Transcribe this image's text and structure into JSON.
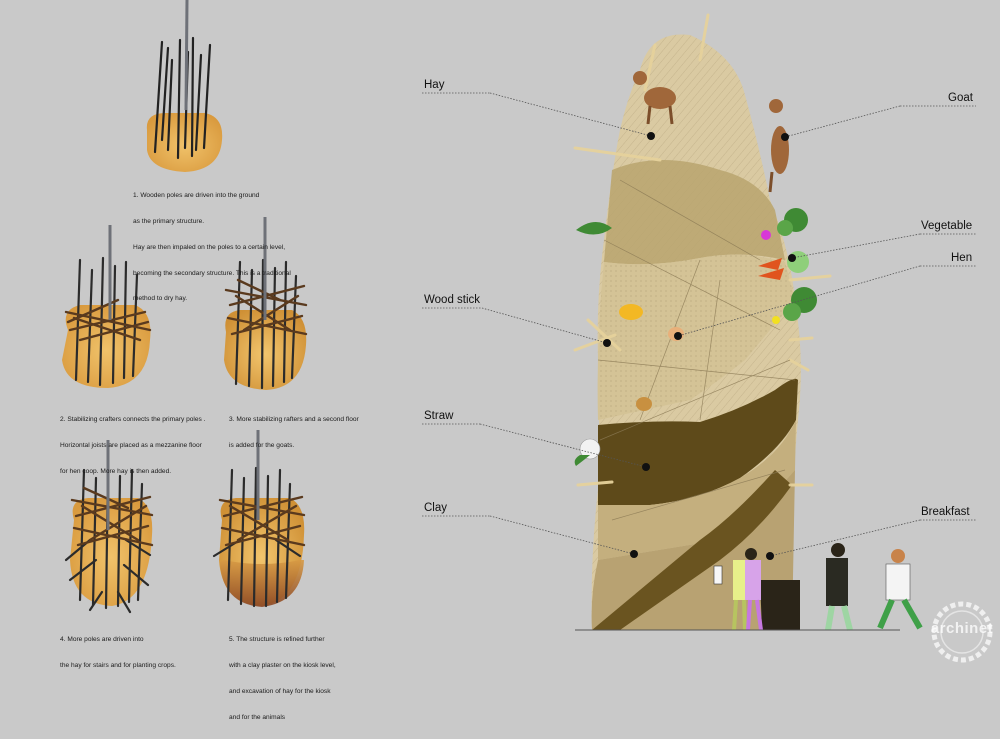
{
  "steps": [
    {
      "lines": [
        "1. Wooden poles are driven into the ground",
        "as the primary structure.",
        "Hay are then impaled on the poles to a certain level,",
        "becoming the secondary structure. This is a traditional",
        "method to dry hay."
      ]
    },
    {
      "lines": [
        "2. Stabilizing crafters connects the primary poles .",
        "Horizontal joists are placed as a mezzanine floor",
        "for hen coop. More hay is then added."
      ]
    },
    {
      "lines": [
        "3. More stabilizing rafters and a second floor",
        "is added for the goats."
      ]
    },
    {
      "lines": [
        "4. More poles are driven into",
        "the hay for stairs and for planting crops."
      ]
    },
    {
      "lines": [
        "5. The structure is refined further",
        "with a clay plaster on the kiosk level,",
        "and excavation of hay for the kiosk",
        "and for the animals"
      ]
    }
  ],
  "labels": {
    "hay": "Hay",
    "goat": "Goat",
    "vegetable": "Vegetable",
    "hen": "Hen",
    "wood_stick": "Wood stick",
    "straw": "Straw",
    "clay": "Clay",
    "breakfast": "Breakfast"
  },
  "watermark": "archinet",
  "colors": {
    "background": "#c9c9c9",
    "hay_light": "#d9c8a0",
    "hay_mid": "#bfa87a",
    "straw_dark": "#5e4a1a",
    "clay": "#b8a272",
    "pole_dark": "#2b2b2b",
    "pole_grey": "#6e7178",
    "hay_orange": "#e2a84a",
    "goat_brown": "#a0673a",
    "vegetable_green": "#3f8a34"
  }
}
